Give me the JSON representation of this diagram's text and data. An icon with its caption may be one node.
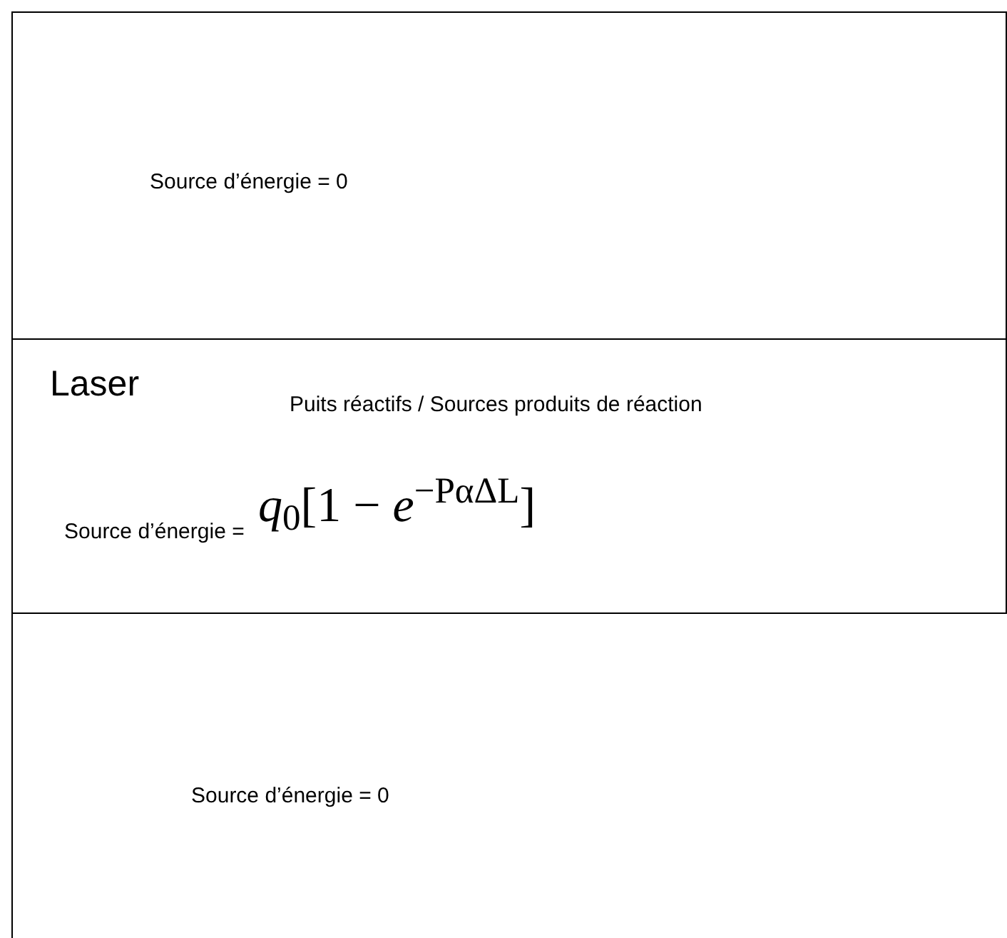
{
  "diagram": {
    "nodes": [
      {
        "text": [
          "Source d’énergie = 0"
        ]
      },
      {
        "text": [
          "Laser",
          "Puits réactifs / Sources produits de réaction",
          "Source d’énergie =",
          "*q*$_{0}$[1 − *e*$^{−PαΔL}$]"
        ]
      },
      {
        "text": [
          "Source d’énergie = 0"
        ]
      }
    ]
  }
}
